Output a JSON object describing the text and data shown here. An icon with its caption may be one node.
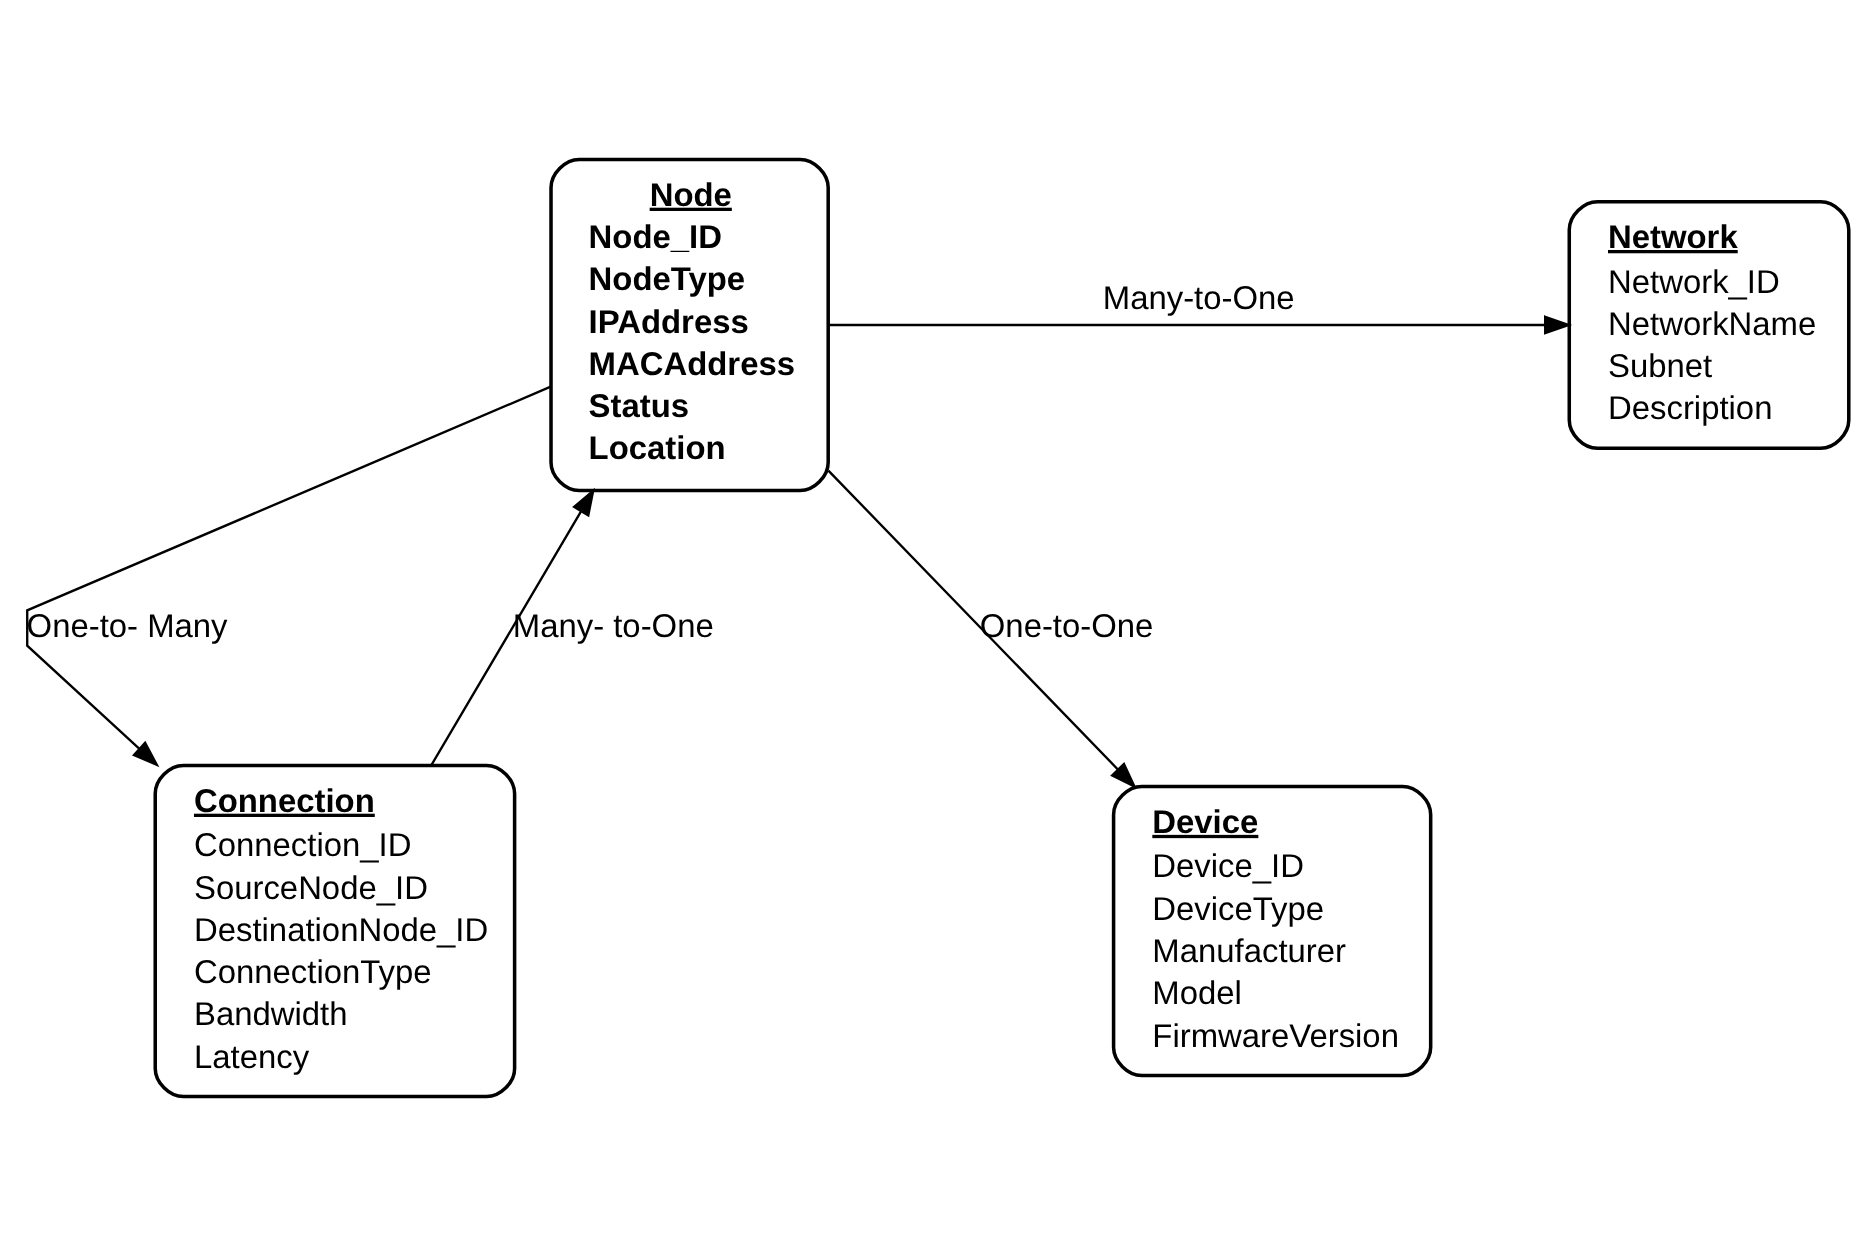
{
  "diagram": {
    "nodes": [
      {
        "text": [
          "Node",
          "Node_ID",
          "NodeType",
          "IPAddress",
          "MACAddress",
          "Status",
          "Location"
        ]
      },
      {
        "text": [
          "Network",
          "Network_ID",
          "NetworkName",
          "Subnet",
          "Description"
        ]
      },
      {
        "text": [
          "Connection",
          "Connection_ID",
          "SourceNode_ID",
          "DestinationNode_ID",
          "ConnectionType",
          "Bandwidth",
          "Latency"
        ]
      },
      {
        "text": [
          "Device",
          "Device_ID",
          "DeviceType",
          "Manufacturer",
          "Model",
          "FirmwareVersion"
        ]
      }
    ],
    "edges": [
      {
        "from": 0,
        "to": 1,
        "arrow": "to",
        "label": "Many-to-One"
      },
      {
        "from": 0,
        "to": 2,
        "arrow": "to",
        "label": "One-to- Many"
      },
      {
        "from": 2,
        "to": 0,
        "arrow": "to",
        "label": "Many- to-One"
      },
      {
        "from": 0,
        "to": 3,
        "arrow": "to",
        "label": "One-to-One"
      }
    ]
  }
}
